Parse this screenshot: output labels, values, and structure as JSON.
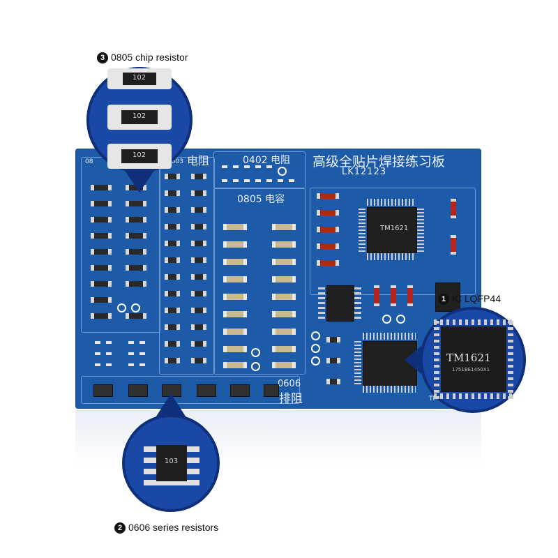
{
  "board": {
    "title_cn": "高级全贴片焊接练习板",
    "model": "LK12123",
    "section_0402": "0402 电阻",
    "section_0805": "0805 电容",
    "section_0603_num": "0603",
    "section_0603_cn": "电阻",
    "section_left_num": "08",
    "section_0606_num": "0606",
    "section_0606_cn": "排阻",
    "chip_marking": "TM1621",
    "chip_submark": "1751BE1450X1",
    "resistor_code": "102",
    "array_code": "103",
    "corner_mark": "TP"
  },
  "callouts": {
    "chip_resistor": {
      "number": "3",
      "label": "0805 chip resistor"
    },
    "ic": {
      "number": "1",
      "label": "IC LQFP44"
    },
    "series_resistors": {
      "number": "2",
      "label": "0606  series resistors"
    }
  }
}
